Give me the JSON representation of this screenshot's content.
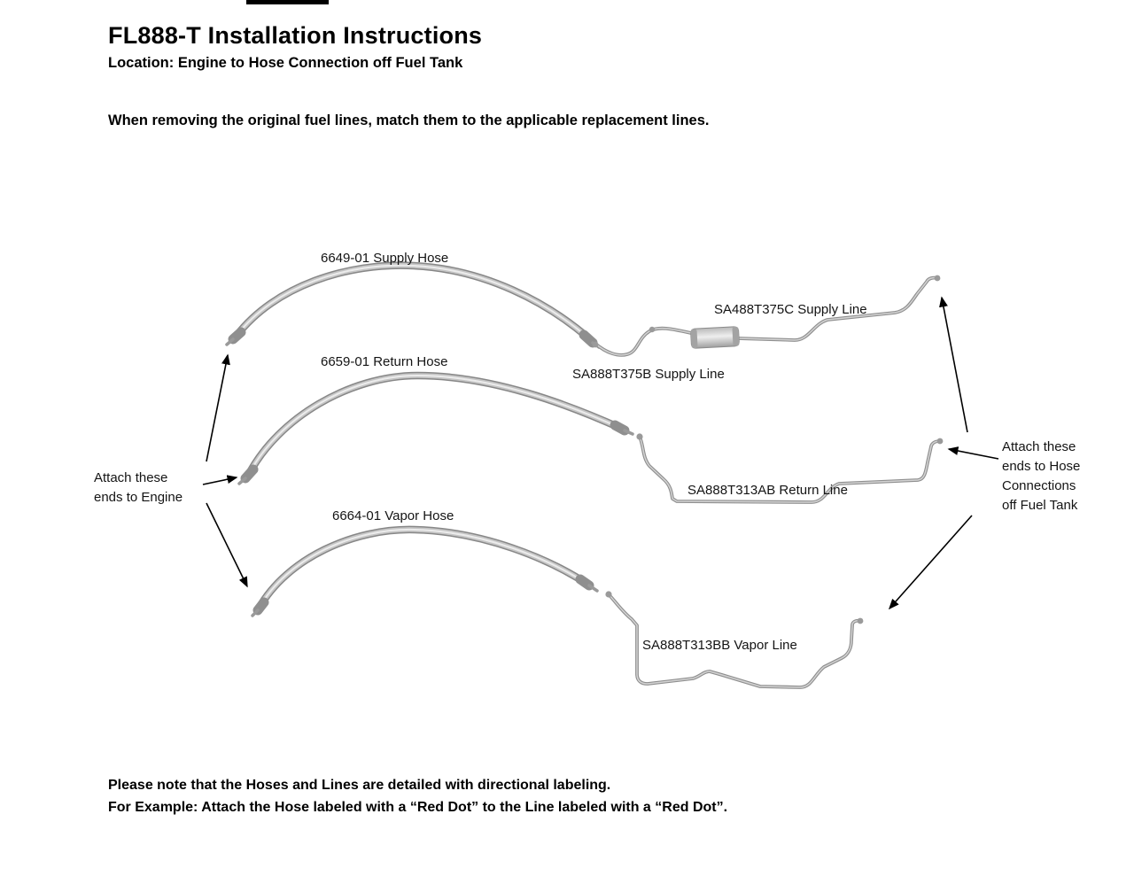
{
  "header": {
    "title": "FL888-T Installation Instructions",
    "subtitle": "Location: Engine to Hose Connection off Fuel Tank",
    "instruction": "When removing the original fuel lines, match them to the applicable replacement lines."
  },
  "diagram": {
    "supply_hose_label": "6649-01 Supply Hose",
    "supply_line_c_label": "SA488T375C Supply Line",
    "supply_line_b_label": "SA888T375B Supply Line",
    "return_hose_label": "6659-01 Return Hose",
    "return_line_label": "SA888T313AB Return Line",
    "vapor_hose_label": "6664-01 Vapor Hose",
    "vapor_line_label": "SA888T313BB Vapor Line",
    "attach_engine": {
      "line1": "Attach these",
      "line2": "ends to Engine"
    },
    "attach_tank": {
      "line1": "Attach these",
      "line2": "ends to Hose",
      "line3": "Connections",
      "line4": "off Fuel Tank"
    }
  },
  "footer": {
    "note1": "Please note that the Hoses and Lines are detailed with directional labeling.",
    "note2": "For Example: Attach the Hose labeled with a “Red Dot” to the Line labeled with a “Red Dot”."
  },
  "colors": {
    "hose_outline": "#878787",
    "hose_body": "#c6c6c6",
    "line_body": "#8f8f8f",
    "arrow": "#000000",
    "background": "#ffffff"
  }
}
